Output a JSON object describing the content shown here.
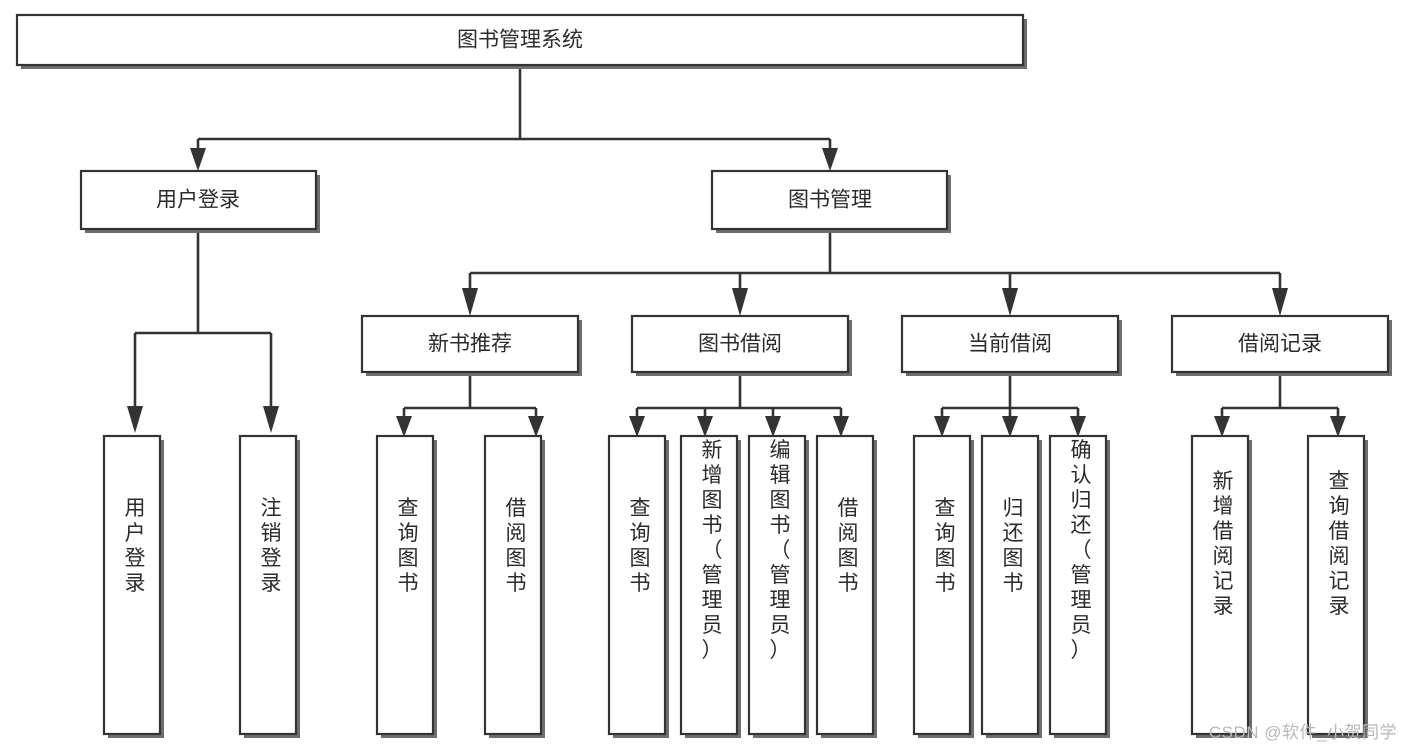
{
  "diagram": {
    "type": "tree-hierarchy",
    "title": "图书管理系统",
    "orientation": "top-down",
    "watermark": "CSDN @软件_小贺同学",
    "colors": {
      "box_stroke": "#333333",
      "box_fill": "#ffffff",
      "connector": "#333333",
      "text": "#2b2b2b",
      "watermark": "#b8b8b8",
      "background": "#ffffff"
    },
    "levels": {
      "level1": [
        {
          "id": "root",
          "label": "图书管理系统"
        }
      ],
      "level2": [
        {
          "id": "user-login",
          "label": "用户登录"
        },
        {
          "id": "book-manage",
          "label": "图书管理"
        }
      ],
      "level3": [
        {
          "id": "new-book-rec",
          "label": "新书推荐"
        },
        {
          "id": "book-borrow",
          "label": "图书借阅"
        },
        {
          "id": "current-borrow",
          "label": "当前借阅"
        },
        {
          "id": "borrow-record",
          "label": "借阅记录"
        }
      ],
      "level4": [
        {
          "id": "leaf-user-login",
          "label": "用户登录",
          "parent": "user-login"
        },
        {
          "id": "leaf-user-logout",
          "label": "注销登录",
          "parent": "user-login"
        },
        {
          "id": "leaf-query-book-1",
          "label": "查询图书",
          "parent": "new-book-rec"
        },
        {
          "id": "leaf-borrow-book-1",
          "label": "借阅图书",
          "parent": "new-book-rec"
        },
        {
          "id": "leaf-query-book-2",
          "label": "查询图书",
          "parent": "book-borrow"
        },
        {
          "id": "leaf-add-book",
          "label": "新增图书（管理员）",
          "parent": "book-borrow"
        },
        {
          "id": "leaf-edit-book",
          "label": "编辑图书（管理员）",
          "parent": "book-borrow"
        },
        {
          "id": "leaf-borrow-book-2",
          "label": "借阅图书",
          "parent": "book-borrow"
        },
        {
          "id": "leaf-query-book-3",
          "label": "查询图书",
          "parent": "current-borrow"
        },
        {
          "id": "leaf-return-book",
          "label": "归还图书",
          "parent": "current-borrow"
        },
        {
          "id": "leaf-confirm-return",
          "label": "确认归还（管理员）",
          "parent": "current-borrow"
        },
        {
          "id": "leaf-add-record",
          "label": "新增借阅记录",
          "parent": "borrow-record"
        },
        {
          "id": "leaf-query-record",
          "label": "查询借阅记录",
          "parent": "borrow-record"
        }
      ]
    }
  }
}
